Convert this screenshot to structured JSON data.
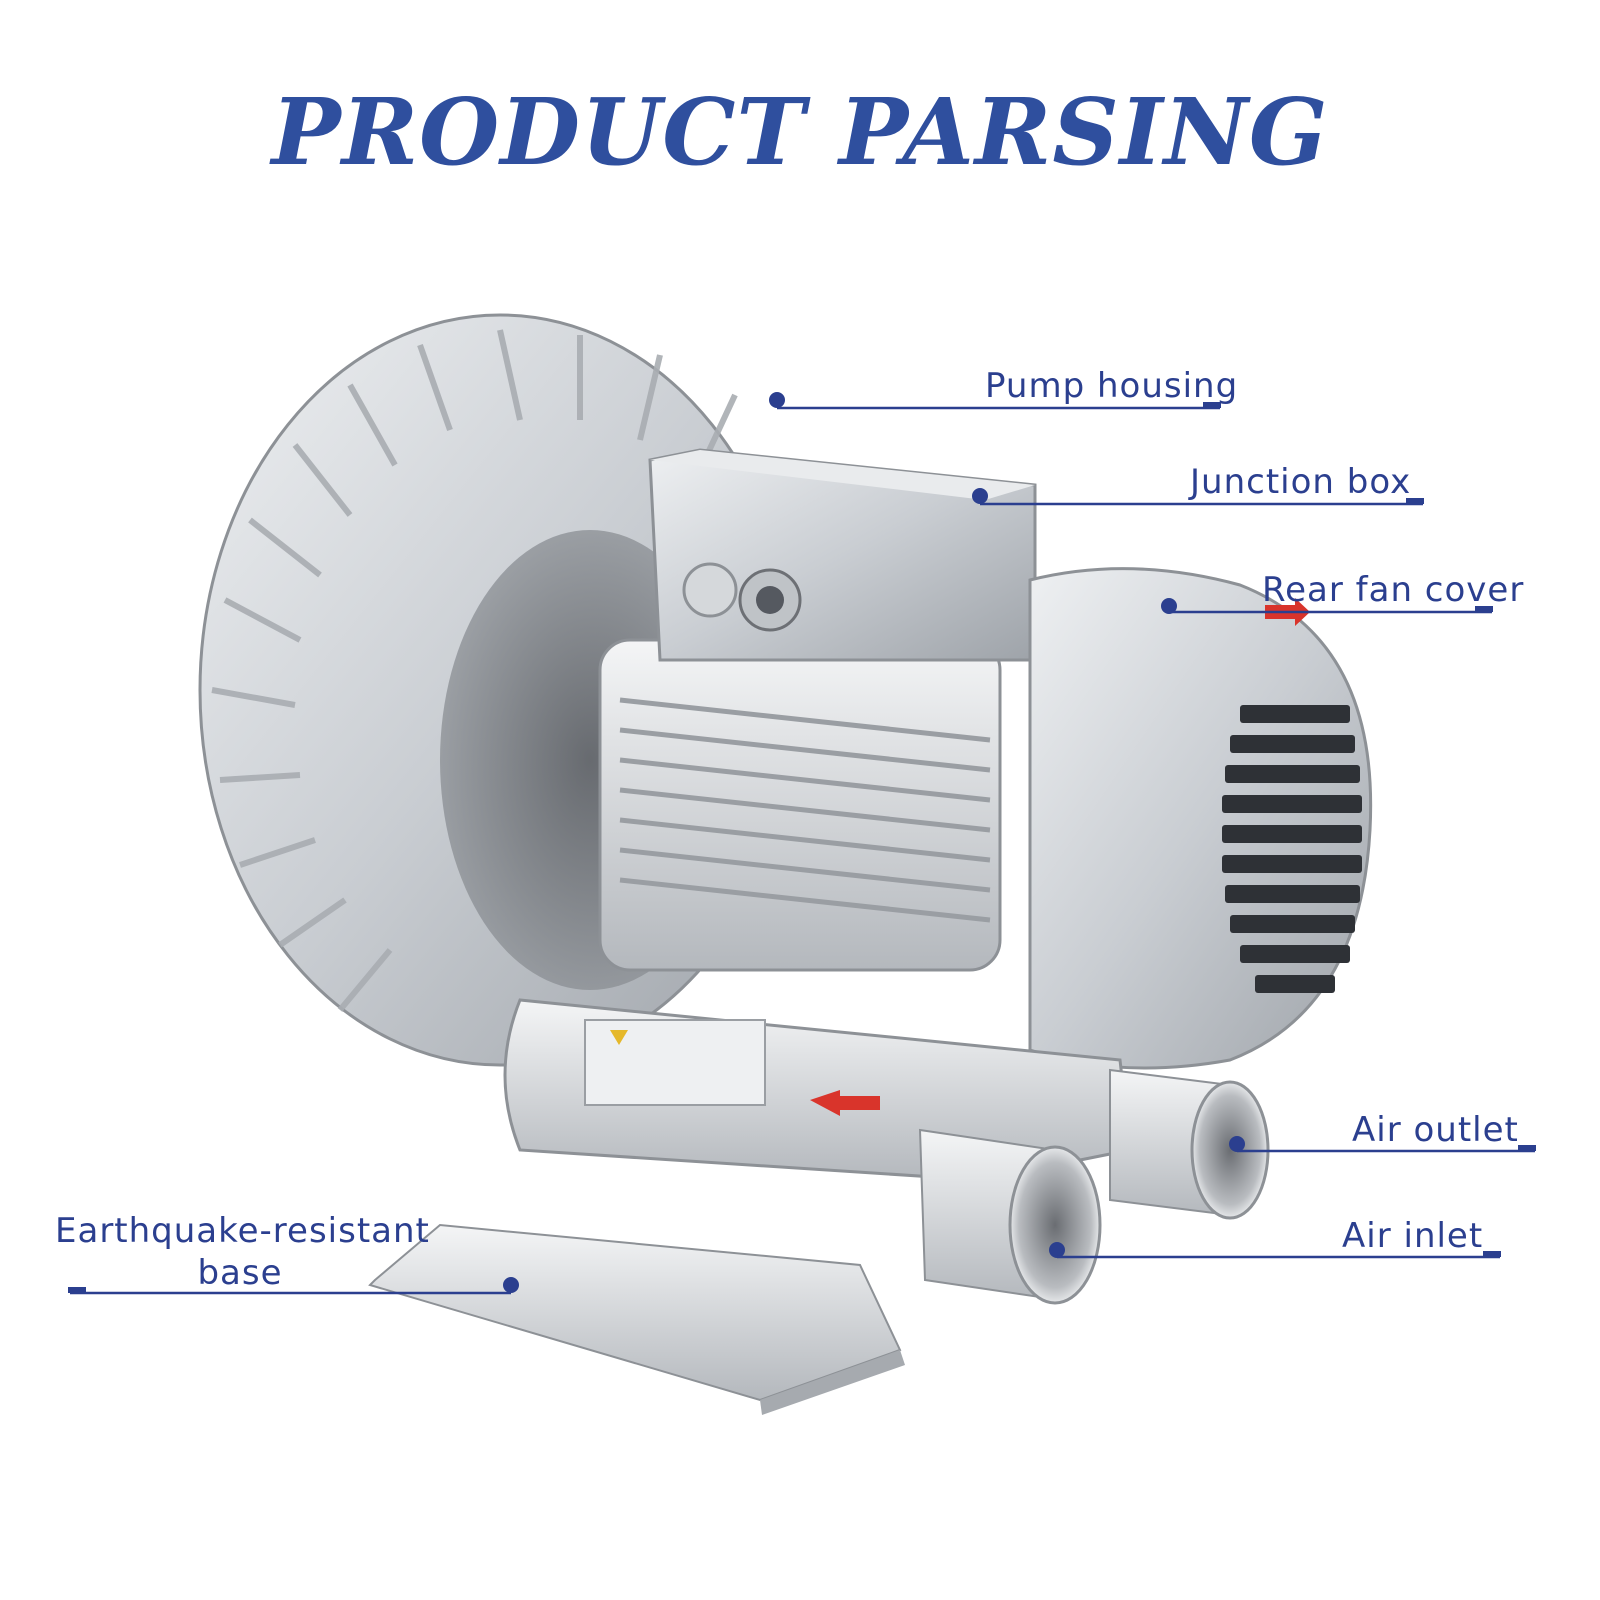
{
  "title": "PRODUCT PARSING",
  "accent_color": "#2b3f8f",
  "product": "side-channel-blower-illustration",
  "callouts": {
    "pump_housing": "Pump housing",
    "junction_box": "Junction box",
    "rear_fan_cover": "Rear fan cover",
    "air_outlet": "Air outlet",
    "air_inlet": "Air inlet",
    "base_line1": "Earthquake-resistant",
    "base_line2": "base"
  }
}
